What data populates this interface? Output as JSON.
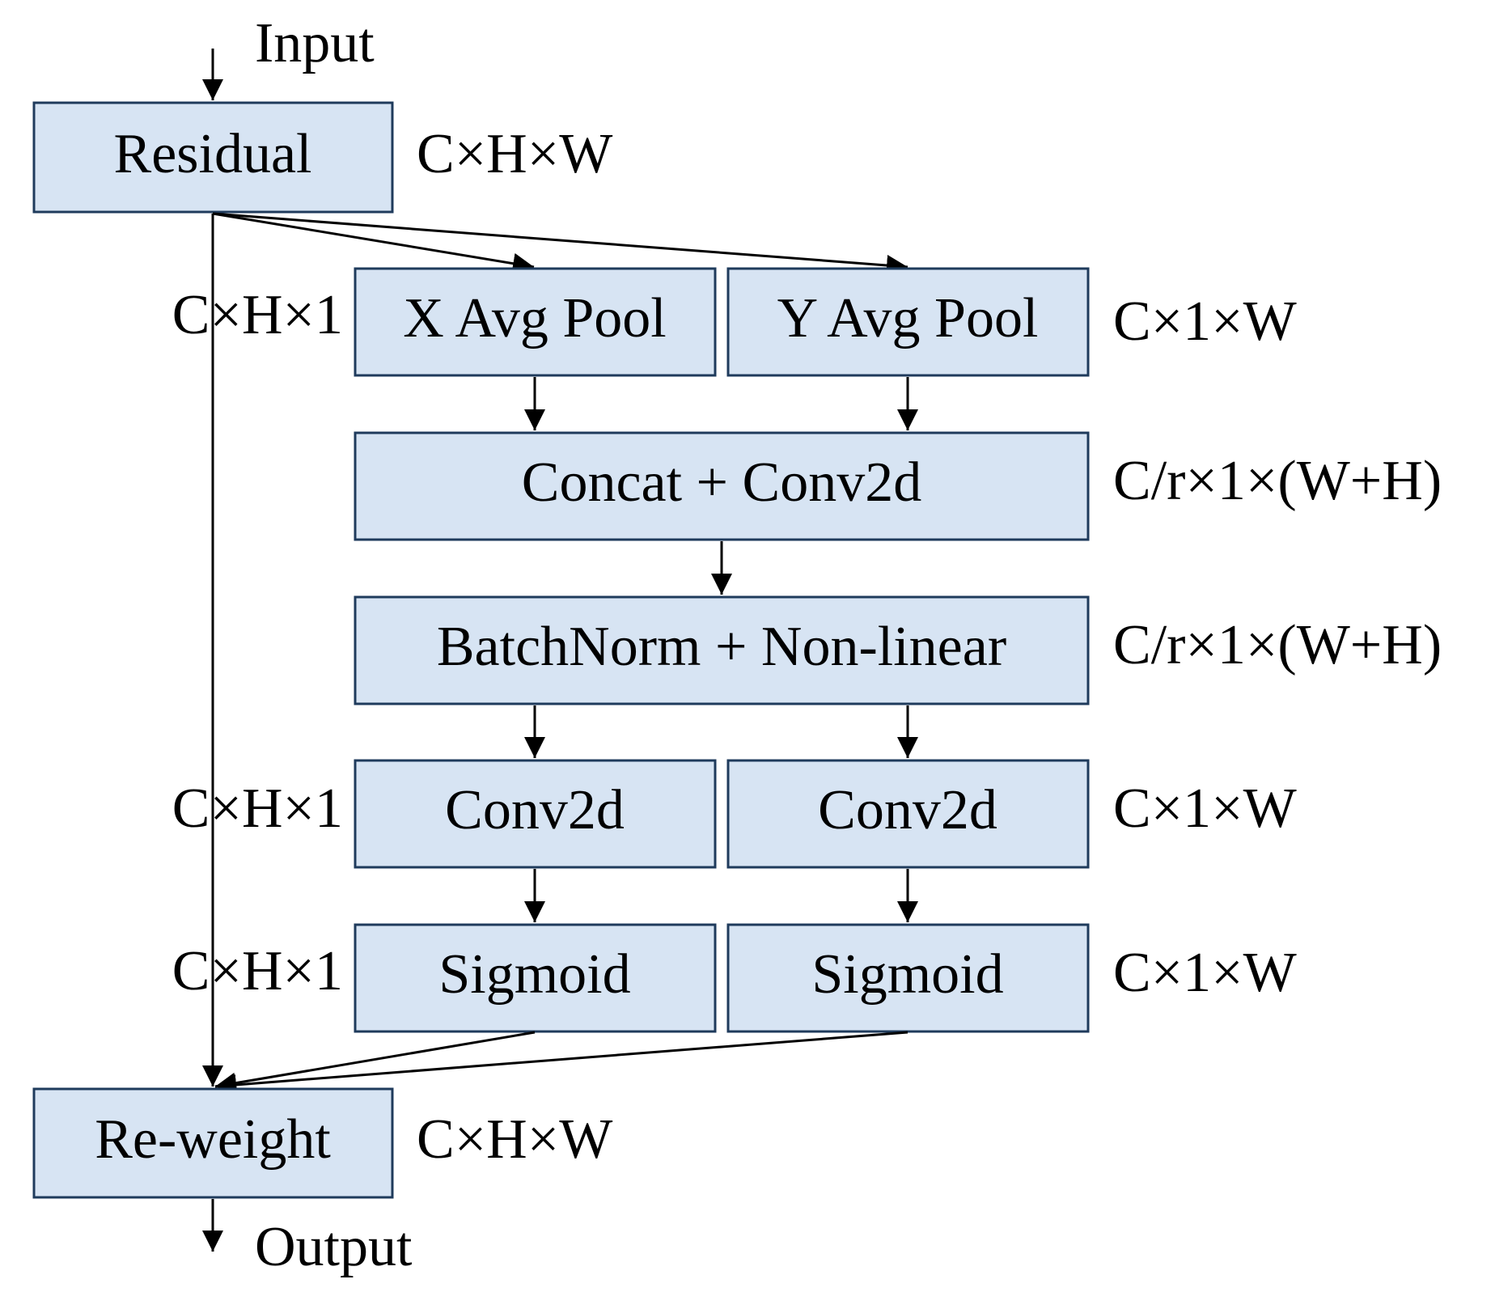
{
  "io": {
    "input": "Input",
    "output": "Output"
  },
  "nodes": {
    "residual": "Residual",
    "x_avg_pool": "X Avg Pool",
    "y_avg_pool": "Y Avg Pool",
    "concat_conv": "Concat + Conv2d",
    "bn_nonlinear": "BatchNorm + Non-linear",
    "conv_left": "Conv2d",
    "conv_right": "Conv2d",
    "sigmoid_left": "Sigmoid",
    "sigmoid_right": "Sigmoid",
    "reweight": "Re-weight"
  },
  "dims": {
    "residual": "C×H×W",
    "x_pool": "C×H×1",
    "y_pool": "C×1×W",
    "concat": "C/r×1×(W+H)",
    "bn": "C/r×1×(W+H)",
    "conv_left": "C×H×1",
    "conv_right": "C×1×W",
    "sigmoid_left": "C×H×1",
    "sigmoid_right": "C×1×W",
    "reweight": "C×H×W"
  },
  "colors": {
    "box_fill": "#d7e4f3",
    "box_stroke": "#1f3b5c"
  }
}
